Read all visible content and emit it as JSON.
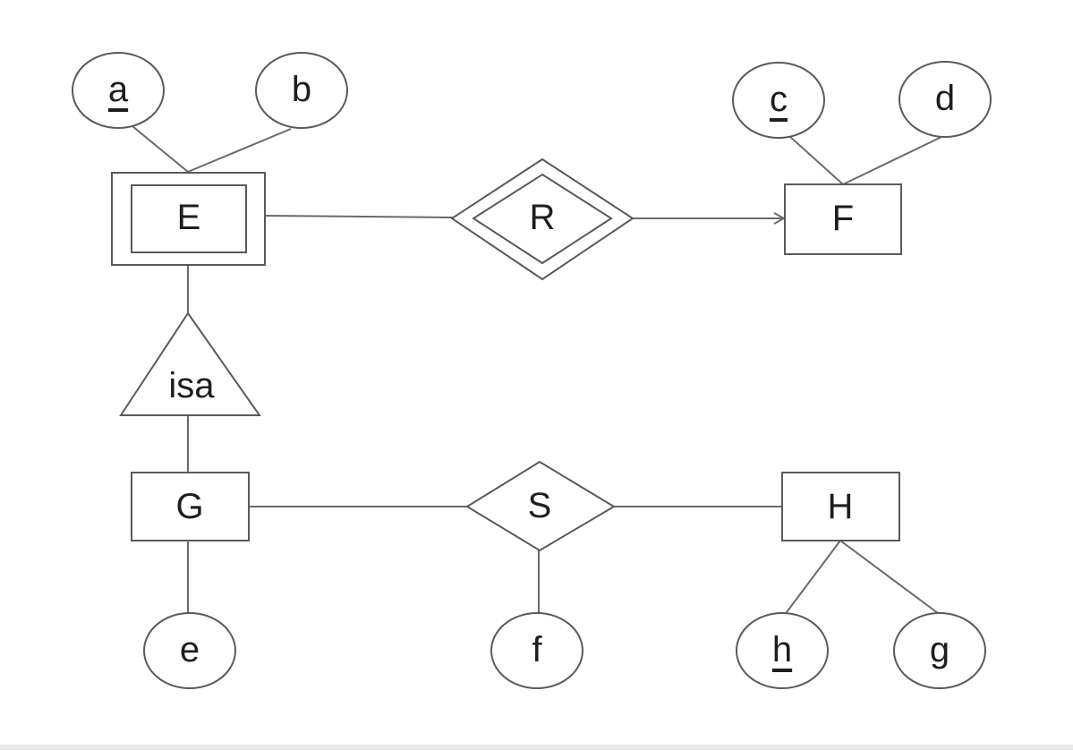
{
  "entities": [
    {
      "id": "E",
      "label": "E",
      "weak": true
    },
    {
      "id": "F",
      "label": "F",
      "weak": false
    },
    {
      "id": "G",
      "label": "G",
      "weak": false
    },
    {
      "id": "H",
      "label": "H",
      "weak": false
    }
  ],
  "relationships": [
    {
      "id": "R",
      "label": "R",
      "identifying": true
    },
    {
      "id": "S",
      "label": "S",
      "identifying": false
    }
  ],
  "isa": {
    "label": "isa"
  },
  "attributes": [
    {
      "id": "a",
      "label": "a",
      "key": true
    },
    {
      "id": "b",
      "label": "b",
      "key": false
    },
    {
      "id": "c",
      "label": "c",
      "key": true
    },
    {
      "id": "d",
      "label": "d",
      "key": false
    },
    {
      "id": "e",
      "label": "e",
      "key": false
    },
    {
      "id": "f",
      "label": "f",
      "key": false
    },
    {
      "id": "h",
      "label": "h",
      "key": true
    },
    {
      "id": "g",
      "label": "g",
      "key": false
    }
  ]
}
